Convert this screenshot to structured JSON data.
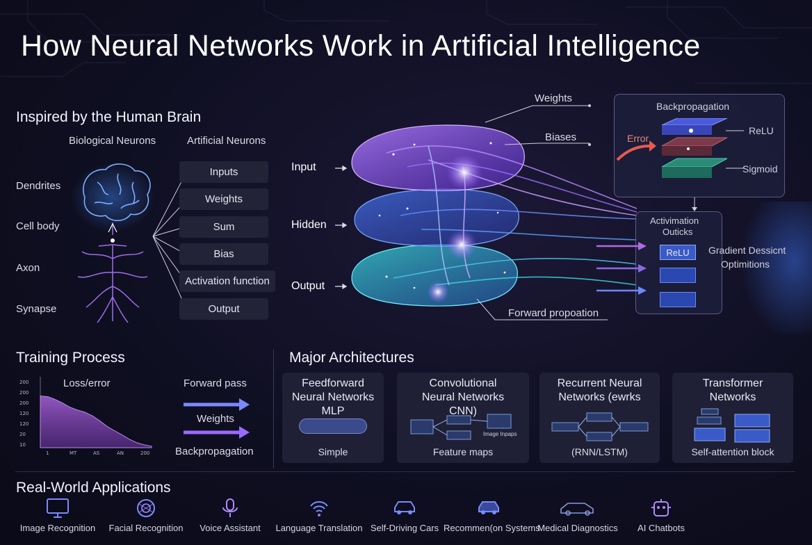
{
  "title": "How Neural Networks Work in Artificial Intelligence",
  "brain": {
    "heading": "Inspired by the Human Brain",
    "bio_header": "Biological Neurons",
    "art_header": "Artificial Neurons",
    "bio_labels": [
      "Dendrites",
      "Cell body",
      "Axon",
      "Synapse"
    ],
    "art_items": [
      "Inputs",
      "Weights",
      "Sum",
      "Bias",
      "Activation function",
      "Output"
    ]
  },
  "network": {
    "layer_labels": [
      "Input",
      "Hidden",
      "Output"
    ],
    "weights_label": "Weights",
    "biases_label": "Biases",
    "forward_label": "Forward propoation"
  },
  "backprop": {
    "title": "Backpropagation",
    "error_label": "Error",
    "relu_label": "ReLU",
    "sigmoid_label": "Sigmoid"
  },
  "activation": {
    "title_line1": "Activimation",
    "title_line2": "Outicks",
    "relu_box": "ReLU",
    "gradient_line1": "Gradient Dessicnt",
    "gradient_line2": "Optimitions"
  },
  "training": {
    "heading": "Training Process",
    "chart_title": "Loss/error",
    "forward_pass": "Forward pass",
    "weights": "Weights",
    "backprop": "Backpropagation"
  },
  "chart_data": {
    "type": "area",
    "title": "Loss/error",
    "y_ticks": [
      "200",
      "200",
      "200",
      "120",
      "120",
      "20",
      "10"
    ],
    "x_ticks": [
      "1",
      "MT",
      "AS",
      "AN",
      "200"
    ],
    "values": [
      0.73,
      0.72,
      0.68,
      0.63,
      0.57,
      0.53,
      0.5,
      0.45,
      0.38,
      0.3,
      0.24,
      0.18,
      0.12,
      0.07,
      0.04,
      0.02
    ],
    "ylim": [
      0,
      1
    ],
    "color": "#8a4fb8"
  },
  "architectures": {
    "heading": "Major Architectures",
    "items": [
      {
        "title": "Feedforward\nNeural Networks\nMLP",
        "sub": "Simple"
      },
      {
        "title": "Convolutional\nNeural Networks\nCNN)",
        "sub": "Feature maps",
        "inner": "Image Inpaps"
      },
      {
        "title": "Recurrent Neural\nNetworks (ewrks",
        "sub": "(RNN/LSTM)"
      },
      {
        "title": "Transformer\nNetworks",
        "sub": "Self-attention block"
      }
    ]
  },
  "applications": {
    "heading": "Real-World Applications",
    "items": [
      {
        "name": "Image Recognition",
        "icon": "monitor-icon"
      },
      {
        "name": "Facial Recognition",
        "icon": "face-scan-icon"
      },
      {
        "name": "Voice Assistant",
        "icon": "microphone-icon"
      },
      {
        "name": "Language Translation",
        "icon": "wifi-signal-icon"
      },
      {
        "name": "Self-Driving Cars",
        "icon": "car-icon"
      },
      {
        "name": "Recommen(on Systems",
        "icon": "car-icon"
      },
      {
        "name": "Medical Diagnostics",
        "icon": "vehicle-outline-icon"
      },
      {
        "name": "AI Chatbots",
        "icon": "robot-icon"
      }
    ]
  },
  "colors": {
    "accent_purple": "#9a6cff",
    "accent_blue": "#3aa0ff",
    "accent_cyan": "#38d8d8",
    "error_red": "#e85a4f"
  }
}
